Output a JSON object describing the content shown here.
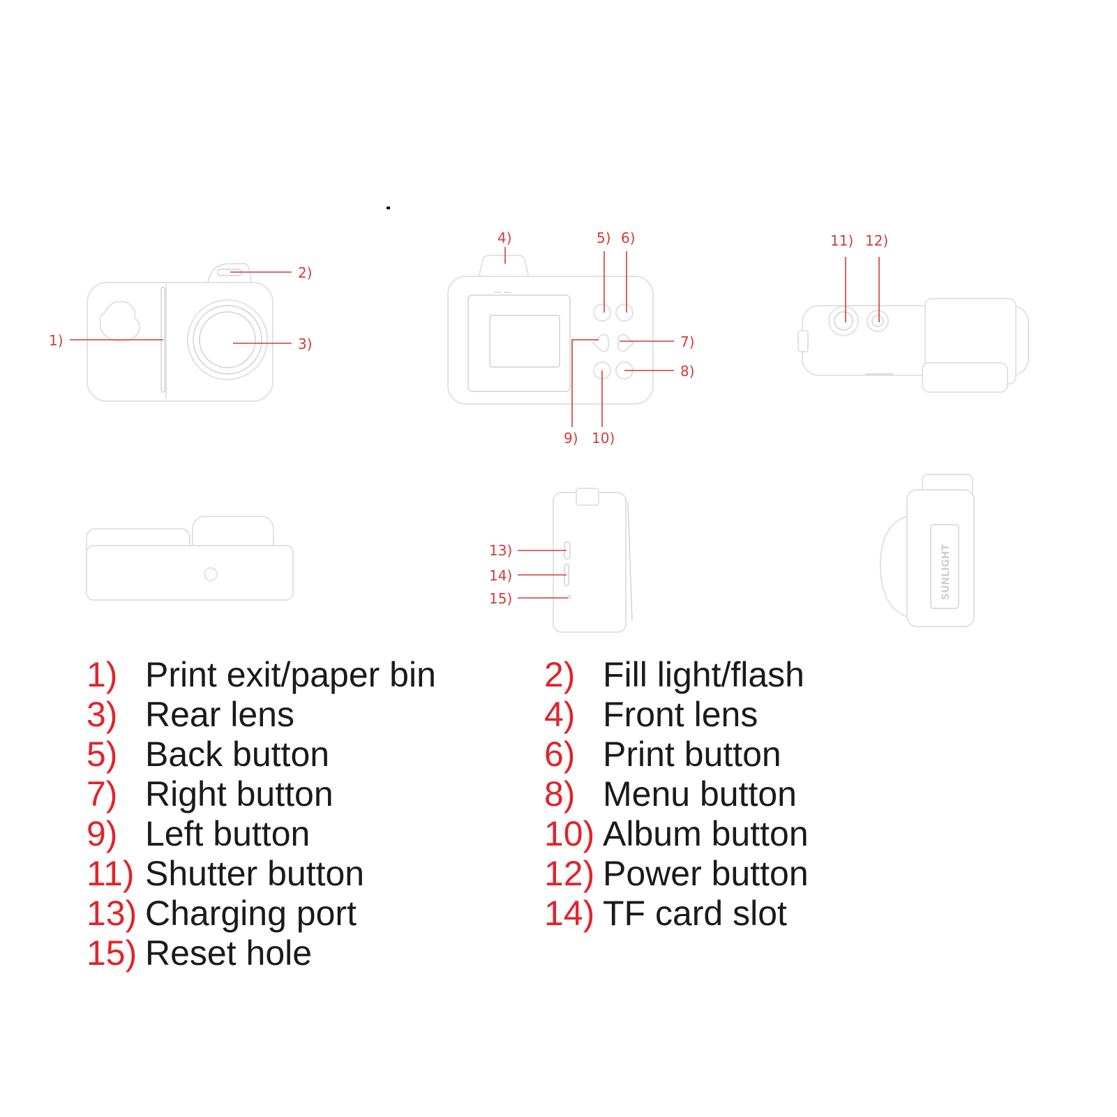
{
  "colors": {
    "callout": "#d33a3a",
    "legend_number": "#e2232a",
    "legend_text": "#1a1a1a",
    "outline": "#e2e2e2"
  },
  "callouts": {
    "c1": "1)",
    "c2": "2)",
    "c3": "3)",
    "c4": "4)",
    "c5": "5)",
    "c6": "6)",
    "c7": "7)",
    "c8": "8)",
    "c9": "9)",
    "c10": "10)",
    "c11": "11)",
    "c12": "12)",
    "c13": "13)",
    "c14": "14)",
    "c15": "15)"
  },
  "brand_mark": "SUNLIGHT",
  "legend": [
    {
      "num": "1)",
      "text": "Print exit/paper bin"
    },
    {
      "num": "2)",
      "text": "Fill light/flash"
    },
    {
      "num": "3)",
      "text": "Rear lens"
    },
    {
      "num": "4)",
      "text": "Front lens"
    },
    {
      "num": "5)",
      "text": "Back button"
    },
    {
      "num": "6)",
      "text": "Print button"
    },
    {
      "num": "7)",
      "text": "Right button"
    },
    {
      "num": "8)",
      "text": "Menu button"
    },
    {
      "num": "9)",
      "text": "Left button"
    },
    {
      "num": "10)",
      "text": "Album button"
    },
    {
      "num": "11)",
      "text": "Shutter button"
    },
    {
      "num": "12)",
      "text": "Power button"
    },
    {
      "num": "13)",
      "text": "Charging port"
    },
    {
      "num": "14)",
      "text": "TF card slot"
    },
    {
      "num": "15)",
      "text": "Reset hole"
    }
  ]
}
